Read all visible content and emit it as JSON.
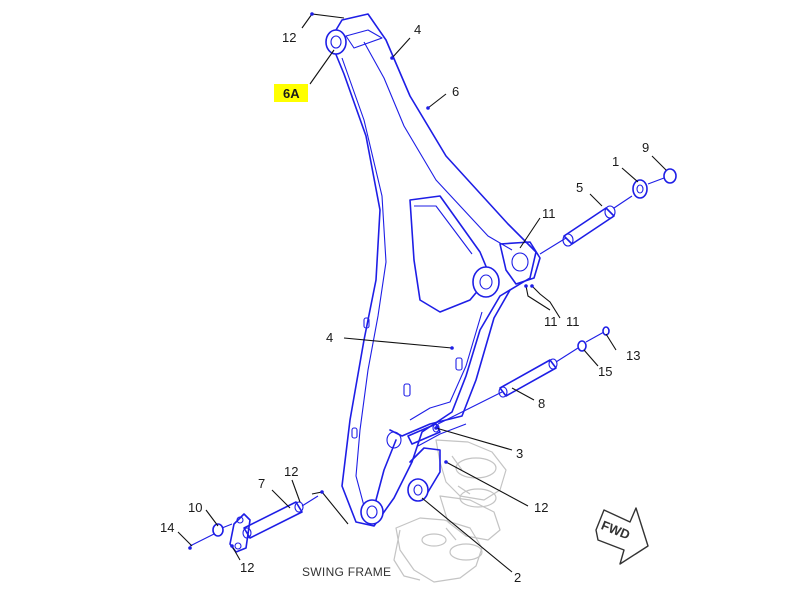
{
  "callouts": {
    "c12_top": "12",
    "c6A": "6A",
    "c4_top": "4",
    "c6": "6",
    "c1": "1",
    "c9": "9",
    "c5": "5",
    "c11_a": "11",
    "c11_b": "11",
    "c11_c": "11",
    "c4_mid": "4",
    "c13": "13",
    "c15": "15",
    "c8": "8",
    "c3": "3",
    "c12_right": "12",
    "c7": "7",
    "c12_left": "12",
    "c10": "10",
    "c14": "14",
    "c12_bottom": "12",
    "c2": "2"
  },
  "caption": "SWING FRAME",
  "direction_label": "FWD",
  "colors": {
    "part_line": "#1e1ee6",
    "ghost_line": "#c4c4c4",
    "highlight": "#ffff00"
  }
}
